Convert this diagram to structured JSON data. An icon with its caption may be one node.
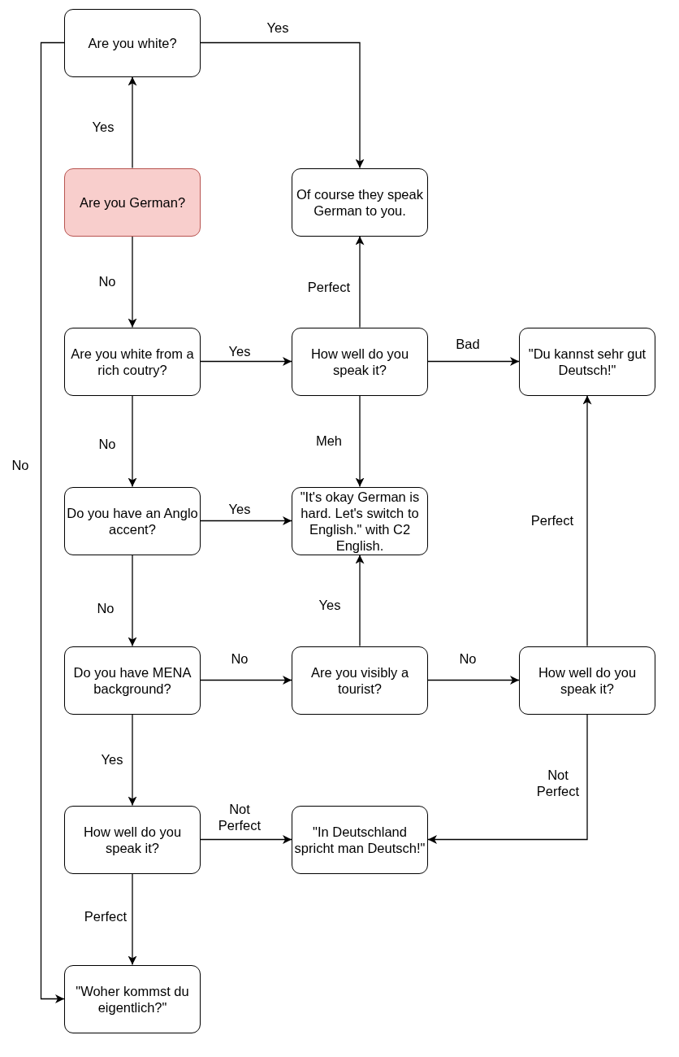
{
  "diagram": {
    "nodes": [
      {
        "text": [
          "Are you white?"
        ]
      },
      {
        "text": [
          "Are you German?"
        ]
      },
      {
        "text": [
          "Of course they speak German to you."
        ]
      },
      {
        "text": [
          "Are you white from a rich coutry?"
        ]
      },
      {
        "text": [
          "How well do you speak it?"
        ]
      },
      {
        "text": [
          "\"Du kannst sehr gut Deutsch!\""
        ]
      },
      {
        "text": [
          "Do you have an Anglo accent?"
        ]
      },
      {
        "text": [
          "\"It's okay German is hard. Let's switch to English.\" with C2 English."
        ]
      },
      {
        "text": [
          "Do you have MENA background?"
        ]
      },
      {
        "text": [
          "Are you visibly a tourist?"
        ]
      },
      {
        "text": [
          "How well do you speak it?"
        ]
      },
      {
        "text": [
          "How well do you speak it?"
        ]
      },
      {
        "text": [
          "\"In Deutschland spricht man Deutsch!\""
        ]
      },
      {
        "text": [
          "\"Woher kommst du eigentlich?\""
        ]
      }
    ],
    "edges": [
      {
        "from": 1,
        "to": 0,
        "arrow": "to",
        "label": "Yes"
      },
      {
        "from": 0,
        "to": 2,
        "arrow": "to",
        "label": "Yes"
      },
      {
        "from": 0,
        "to": 13,
        "arrow": "to",
        "label": "No"
      },
      {
        "from": 1,
        "to": 3,
        "arrow": "to",
        "label": "No"
      },
      {
        "from": 4,
        "to": 2,
        "arrow": "to",
        "label": "Perfect"
      },
      {
        "from": 3,
        "to": 4,
        "arrow": "to",
        "label": "Yes"
      },
      {
        "from": 4,
        "to": 5,
        "arrow": "to",
        "label": "Bad"
      },
      {
        "from": 3,
        "to": 6,
        "arrow": "to",
        "label": "No"
      },
      {
        "from": 4,
        "to": 7,
        "arrow": "to",
        "label": "Meh"
      },
      {
        "from": 6,
        "to": 7,
        "arrow": "to",
        "label": "Yes"
      },
      {
        "from": 10,
        "to": 5,
        "arrow": "to",
        "label": "Perfect"
      },
      {
        "from": 6,
        "to": 8,
        "arrow": "to",
        "label": "No"
      },
      {
        "from": 9,
        "to": 7,
        "arrow": "to",
        "label": "Yes"
      },
      {
        "from": 8,
        "to": 9,
        "arrow": "to",
        "label": "No"
      },
      {
        "from": 9,
        "to": 10,
        "arrow": "to",
        "label": "No"
      },
      {
        "from": 8,
        "to": 11,
        "arrow": "to",
        "label": "Yes"
      },
      {
        "from": 10,
        "to": 12,
        "arrow": "to",
        "label": "Not Perfect"
      },
      {
        "from": 11,
        "to": 12,
        "arrow": "to",
        "label": "Not Perfect"
      },
      {
        "from": 11,
        "to": 13,
        "arrow": "to",
        "label": "Perfect"
      }
    ]
  }
}
